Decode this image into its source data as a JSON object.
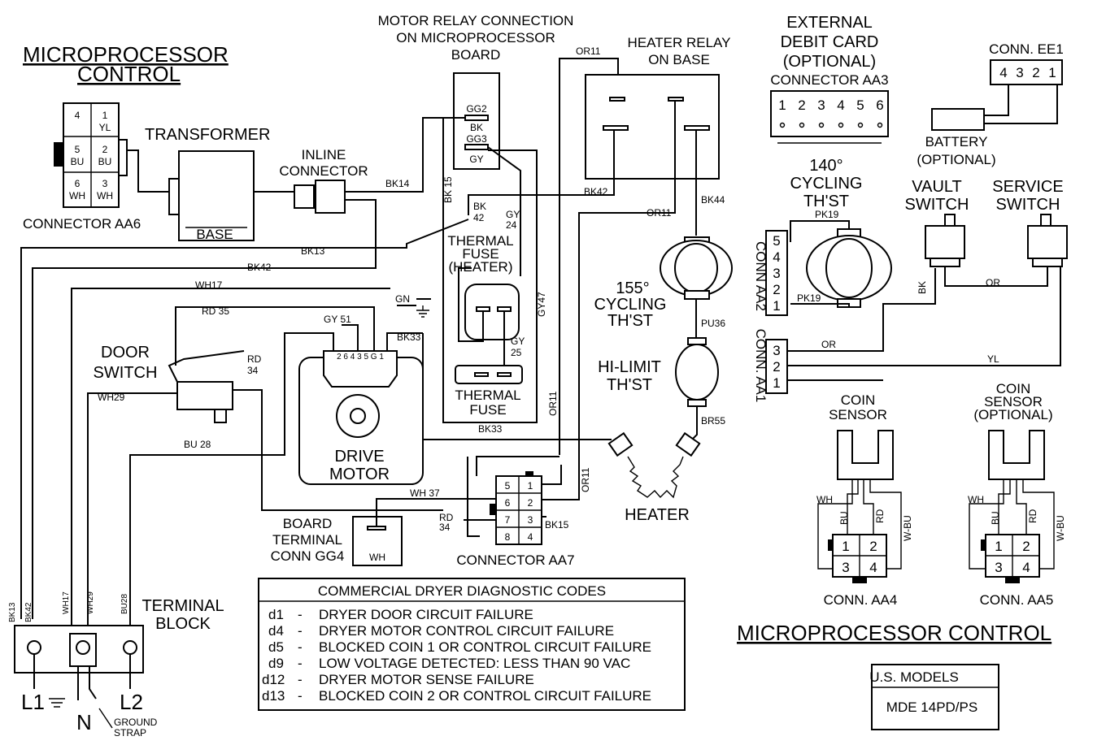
{
  "titles": {
    "micro_top_line1": "MICROPROCESSOR",
    "micro_top_line2": "CONTROL",
    "micro_bottom": "MICROPROCESSOR CONTROL"
  },
  "labels": {
    "transformer": "TRANSFORMER",
    "base": "BASE",
    "connector_aa6": "CONNECTOR AA6",
    "inline_1": "INLINE",
    "inline_2": "CONNECTOR",
    "motor_relay_1": "MOTOR RELAY CONNECTION",
    "motor_relay_2": "ON MICROPROCESSOR",
    "motor_relay_3": "BOARD",
    "heater_relay_1": "HEATER RELAY",
    "heater_relay_2": "ON BASE",
    "ext_debit_1": "EXTERNAL",
    "ext_debit_2": "DEBIT CARD",
    "ext_debit_3": "(OPTIONAL)",
    "ext_debit_4": "CONNECTOR AA3",
    "conn_ee1": "CONN. EE1",
    "battery_1": "BATTERY",
    "battery_2": "(OPTIONAL)",
    "cyc140_1": "140°",
    "cyc140_2": "CYCLING",
    "cyc140_3": "TH'ST",
    "vault_1": "VAULT",
    "vault_2": "SWITCH",
    "service_1": "SERVICE",
    "service_2": "SWITCH",
    "thermal_fuse_heater_1": "THERMAL",
    "thermal_fuse_heater_2": "FUSE",
    "thermal_fuse_heater_3": "(HEATER)",
    "thermal_fuse_1": "THERMAL",
    "thermal_fuse_2": "FUSE",
    "cyc155_1": "155°",
    "cyc155_2": "CYCLING",
    "cyc155_3": "TH'ST",
    "hilimit_1": "HI-LIMIT",
    "hilimit_2": "TH'ST",
    "heater": "HEATER",
    "door_1": "DOOR",
    "door_2": "SWITCH",
    "drive_1": "DRIVE",
    "drive_2": "MOTOR",
    "board_term_1": "BOARD",
    "board_term_2": "TERMINAL",
    "board_term_3": "CONN GG4",
    "connector_aa7": "CONNECTOR AA7",
    "terminal_1": "TERMINAL",
    "terminal_2": "BLOCK",
    "l1": "L1",
    "l2": "L2",
    "n": "N",
    "ground_1": "GROUND",
    "ground_2": "STRAP",
    "coin_sensor_1": "COIN",
    "coin_sensor_2": "SENSOR",
    "coin_sensor_opt_1": "COIN",
    "coin_sensor_opt_2": "SENSOR",
    "coin_sensor_opt_3": "(OPTIONAL)",
    "conn_aa4": "CONN. AA4",
    "conn_aa5": "CONN. AA5",
    "conn_aa2": "CONN AA2",
    "conn_aa1": "CONN. AA1",
    "wh_box": "WH",
    "gg2": "GG2",
    "gg3": "GG3",
    "bk": "BK",
    "gy": "GY",
    "gn": "GN"
  },
  "aa6_pins": [
    {
      "num": "4",
      "color": ""
    },
    {
      "num": "1",
      "color": "YL"
    },
    {
      "num": "5",
      "color": "BU"
    },
    {
      "num": "2",
      "color": "BU"
    },
    {
      "num": "6",
      "color": "WH"
    },
    {
      "num": "3",
      "color": "WH"
    }
  ],
  "aa3_pins": [
    "1",
    "2",
    "3",
    "4",
    "5",
    "6"
  ],
  "ee1_pins": [
    "4",
    "3",
    "2",
    "1"
  ],
  "aa2_pins": [
    "5",
    "4",
    "3",
    "2",
    "1"
  ],
  "aa1_pins": [
    "3",
    "2",
    "1"
  ],
  "aa7_pins": [
    "5",
    "1",
    "6",
    "2",
    "7",
    "3",
    "8",
    "4"
  ],
  "coin_pins": [
    "1",
    "2",
    "3",
    "4"
  ],
  "motor_pins": "2 6 4 3   5 G 1",
  "wires": {
    "or11": "OR11",
    "bk14": "BK14",
    "bk15": "BK 15",
    "bk42": "BK42",
    "bk42b": "42",
    "gy24a": "GY",
    "gy24b": "24",
    "bk44": "BK44",
    "bk13": "BK13",
    "wh17": "WH17",
    "rd35": "RD 35",
    "gy51": "GY 51",
    "bk33": "BK33",
    "gy47": "GY47",
    "gy25a": "GY",
    "gy25b": "25",
    "pu36": "PU36",
    "br55": "BR55",
    "pk19": "PK19",
    "or": "OR",
    "yl": "YL",
    "rd34a": "RD",
    "rd34b": "34",
    "wh29": "WH29",
    "bu28": "BU 28",
    "wh37": "WH 37",
    "bk15b": "BK15",
    "wh": "WH",
    "bu": "BU",
    "rd": "RD",
    "wbu": "W-BU",
    "tb_bk13": "BK13",
    "tb_bk42": "BK42",
    "tb_wh17": "WH17",
    "tb_wh29": "WH29",
    "tb_bu28": "BU28"
  },
  "codes_table": {
    "header": "COMMERCIAL DRYER DIAGNOSTIC CODES",
    "rows": [
      {
        "code": "d1",
        "dash": "-",
        "desc": "DRYER DOOR CIRCUIT FAILURE"
      },
      {
        "code": "d4",
        "dash": "-",
        "desc": "DRYER MOTOR CONTROL CIRCUIT FAILURE"
      },
      {
        "code": "d5",
        "dash": "-",
        "desc": "BLOCKED COIN 1 OR CONTROL CIRCUIT FAILURE"
      },
      {
        "code": "d9",
        "dash": "-",
        "desc": "LOW VOLTAGE DETECTED: LESS THAN 90 VAC"
      },
      {
        "code": "d12",
        "dash": "-",
        "desc": "DRYER MOTOR SENSE FAILURE"
      },
      {
        "code": "d13",
        "dash": "-",
        "desc": "BLOCKED COIN 2 OR CONTROL CIRCUIT FAILURE"
      }
    ]
  },
  "models": {
    "header": "U.S. MODELS",
    "model": "MDE 14PD/PS"
  }
}
